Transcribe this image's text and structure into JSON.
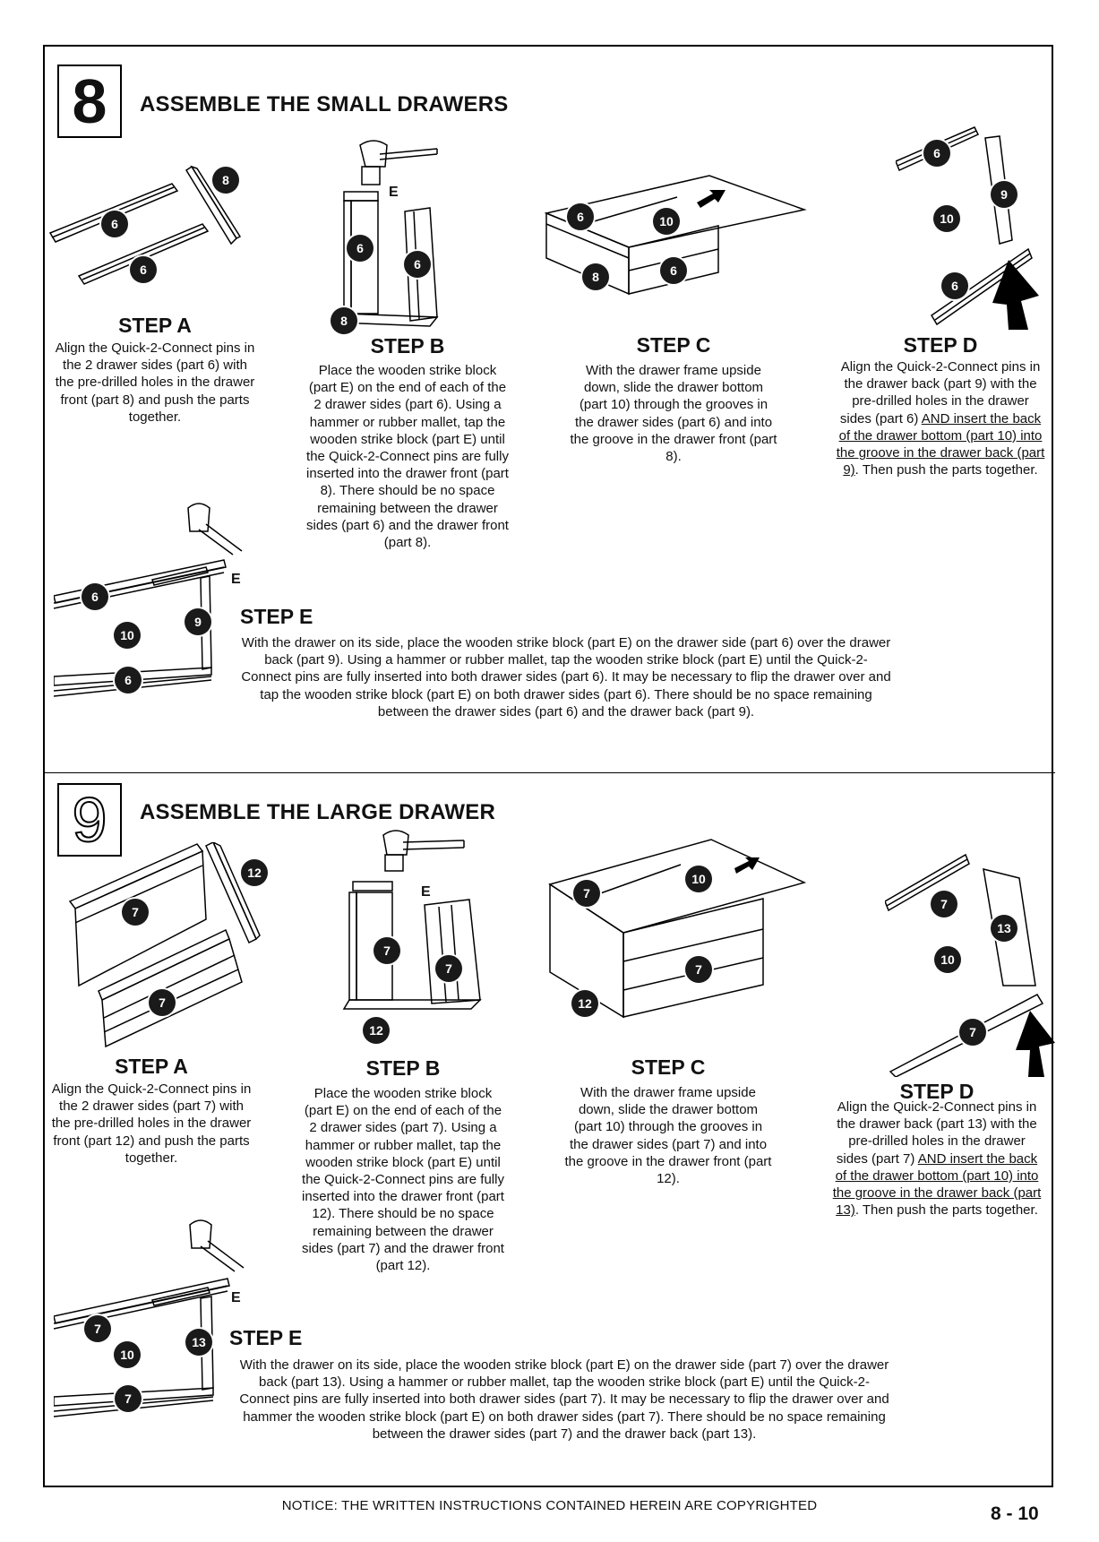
{
  "sections": [
    {
      "number": "8",
      "title": "ASSEMBLE THE SMALL DRAWERS",
      "steps": {
        "a": {
          "heading": "STEP A",
          "text": "Align the Quick-2-Connect pins in the 2 drawer sides (part 6) with the pre-drilled holes in the drawer front (part 8) and push the parts together."
        },
        "b": {
          "heading": "STEP B",
          "text": "Place the wooden strike block (part E) on the end of each of the 2 drawer sides (part 6). Using a hammer or rubber mallet, tap the wooden strike block (part E) until the Quick-2-Connect pins are fully inserted into the drawer front (part 8). There should be no space remaining between the drawer sides (part 6) and the drawer front (part 8)."
        },
        "c": {
          "heading": "STEP C",
          "text": "With the drawer frame upside down, slide the drawer bottom (part 10) through the grooves in the drawer sides (part 6) and into the groove in the drawer front (part 8)."
        },
        "d": {
          "heading": "STEP D",
          "text_pre": "Align the Quick-2-Connect pins in the drawer back (part 9) with the pre-drilled holes in the drawer sides (part 6) ",
          "text_underlined": "AND insert the back of the drawer bottom (part 10) into the groove in the drawer back (part 9)",
          "text_post": ". Then push the parts together."
        },
        "e": {
          "heading": "STEP E",
          "text": "With the drawer on its side, place the wooden strike block (part E) on the drawer side (part 6) over the drawer back (part 9). Using a hammer or rubber mallet, tap the wooden strike block (part E) until the Quick-2-Connect pins are fully inserted into both drawer sides (part 6). It may be necessary to flip the drawer over and tap the wooden strike block (part E) on both drawer sides (part 6). There should be no space remaining between the drawer sides (part 6) and the drawer back (part 9)."
        }
      },
      "callouts": {
        "side": "6",
        "front": "8",
        "bottom": "10",
        "back": "9",
        "block": "E"
      }
    },
    {
      "number": "9",
      "title": "ASSEMBLE THE LARGE DRAWER",
      "steps": {
        "a": {
          "heading": "STEP A",
          "text": "Align the Quick-2-Connect pins in the 2 drawer sides (part 7) with the pre-drilled holes in the drawer front (part 12) and push the parts together."
        },
        "b": {
          "heading": "STEP B",
          "text": "Place the wooden strike block (part E) on the end of each of the 2 drawer sides (part 7). Using a hammer or rubber mallet, tap the wooden strike block (part E) until the Quick-2-Connect pins are fully inserted into the drawer front (part 12). There should be no space remaining between the drawer sides (part 7) and the drawer front (part 12)."
        },
        "c": {
          "heading": "STEP C",
          "text": "With the drawer frame upside down, slide the drawer bottom (part 10) through the grooves in the drawer sides (part 7) and into the groove in the drawer front (part 12)."
        },
        "d": {
          "heading": "STEP D",
          "text_pre": "Align the Quick-2-Connect pins in the drawer back (part 13) with the pre-drilled holes in the drawer sides (part 7) ",
          "text_underlined": "AND insert the back of the drawer bottom (part 10) into the groove in the drawer back (part 13)",
          "text_post": ". Then push the parts together."
        },
        "e": {
          "heading": "STEP E",
          "text": "With the drawer on its side, place the wooden strike block (part E) on the drawer side (part 7) over the drawer back (part 13). Using a hammer or rubber mallet, tap the wooden strike block (part E) until the Quick-2-Connect pins are fully inserted into both drawer sides (part 7). It may be necessary to flip the drawer over and hammer the wooden strike block (part E) on both drawer sides (part 7). There should be no space remaining between the drawer sides (part 7) and the drawer back (part 13)."
        }
      },
      "callouts": {
        "side": "7",
        "front": "12",
        "bottom": "10",
        "back": "13",
        "block": "E"
      }
    }
  ],
  "footer": {
    "notice": "NOTICE: THE WRITTEN INSTRUCTIONS CONTAINED HEREIN ARE COPYRIGHTED",
    "page": "8 - 10"
  }
}
